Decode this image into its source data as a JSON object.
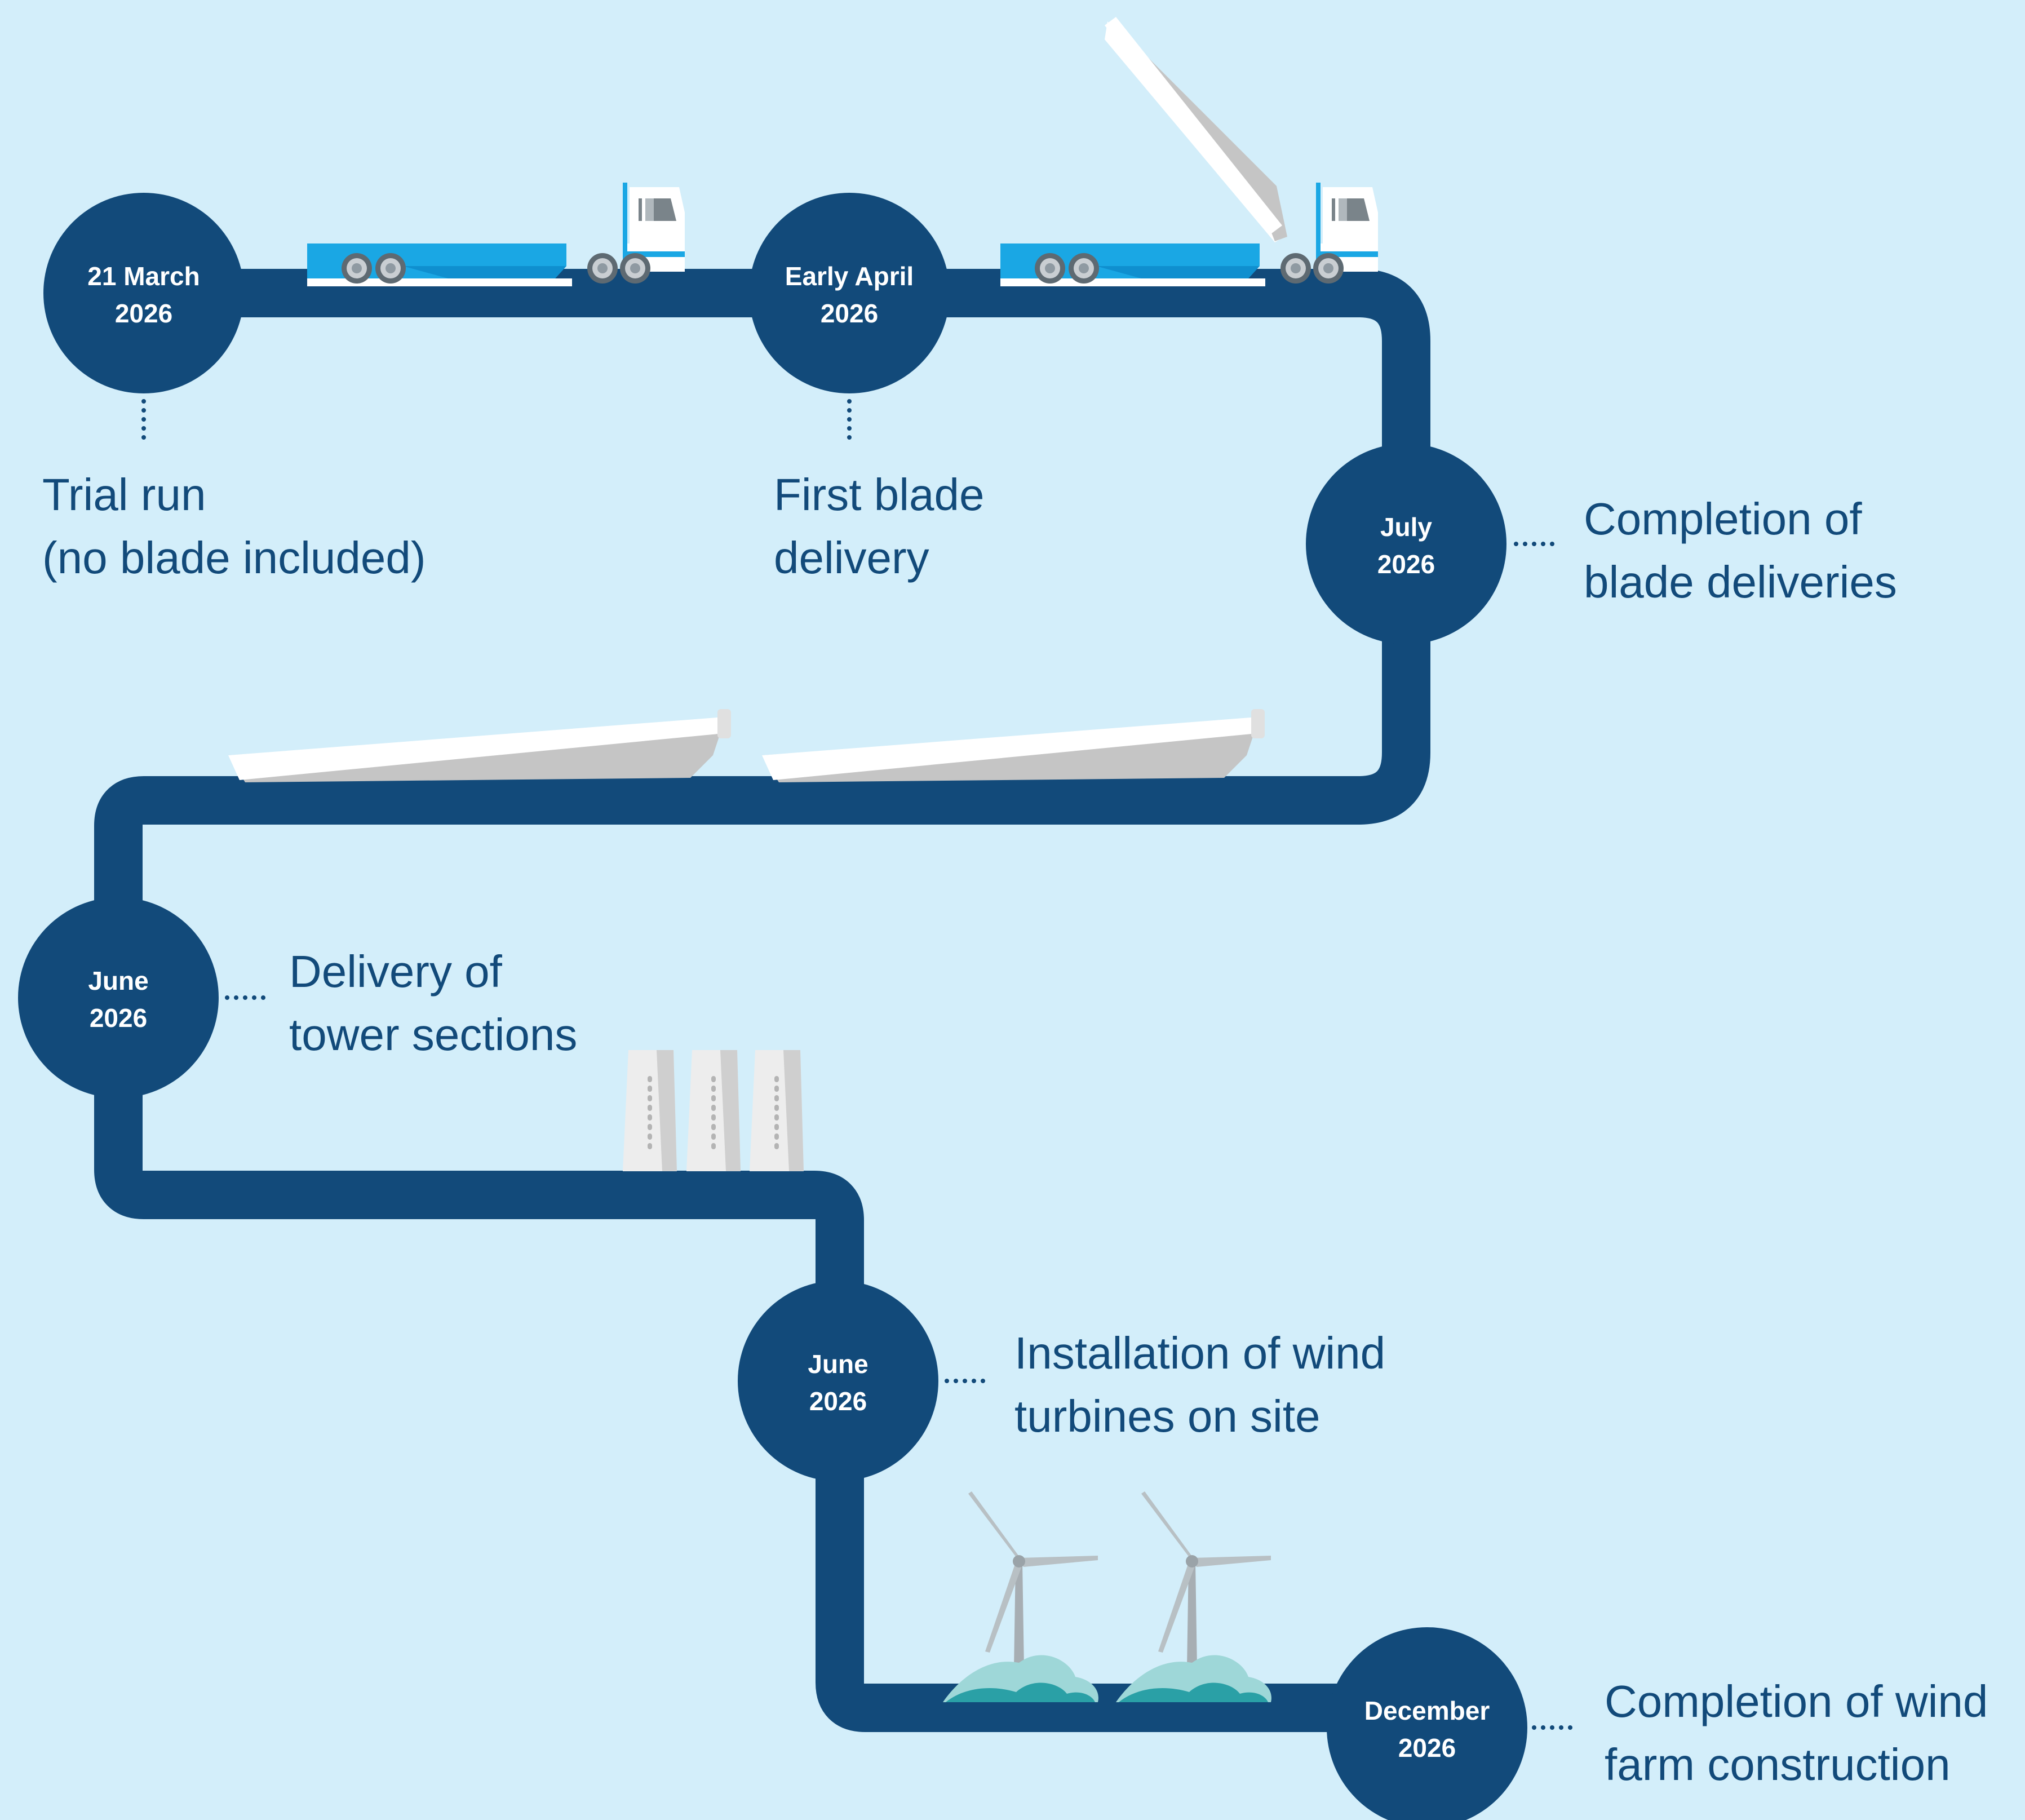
{
  "colors": {
    "background": "#d3eefa",
    "path": "#124a7a",
    "node_fill": "#124a7a",
    "node_text": "#ffffff",
    "description_text": "#124a7a",
    "truck_trailer": "#1aa7e4",
    "blade_white": "#ffffff",
    "blade_shadow": "#c5c5c5",
    "tower_section": "#e4e4e4",
    "turbine": "#a7aeb3",
    "mound_light": "#9ed7d8",
    "mound_dark": "#2aa0a6"
  },
  "milestones": [
    {
      "date_line1": "21 March",
      "date_line2": "2026",
      "description_line1": "Trial run",
      "description_line2": "(no blade included)"
    },
    {
      "date_line1": "Early April",
      "date_line2": "2026",
      "description_line1": "First blade",
      "description_line2": "delivery"
    },
    {
      "date_line1": "July",
      "date_line2": "2026",
      "description_line1": "Completion of",
      "description_line2": "blade deliveries"
    },
    {
      "date_line1": "June",
      "date_line2": "2026",
      "description_line1": "Delivery of",
      "description_line2": "tower sections"
    },
    {
      "date_line1": "June",
      "date_line2": "2026",
      "description_line1": "Installation of wind",
      "description_line2": "turbines on site"
    },
    {
      "date_line1": "December",
      "date_line2": "2026",
      "description_line1": "Completion of wind",
      "description_line2": "farm construction"
    }
  ],
  "illustrations": [
    {
      "icon": "truck-empty-trailer-icon"
    },
    {
      "icon": "truck-with-raised-blade-icon"
    },
    {
      "icon": "wind-blade-icon"
    },
    {
      "icon": "wind-blade-icon"
    },
    {
      "icon": "tower-section-icon"
    },
    {
      "icon": "tower-section-icon"
    },
    {
      "icon": "tower-section-icon"
    },
    {
      "icon": "wind-turbine-icon"
    },
    {
      "icon": "wind-turbine-icon"
    }
  ]
}
